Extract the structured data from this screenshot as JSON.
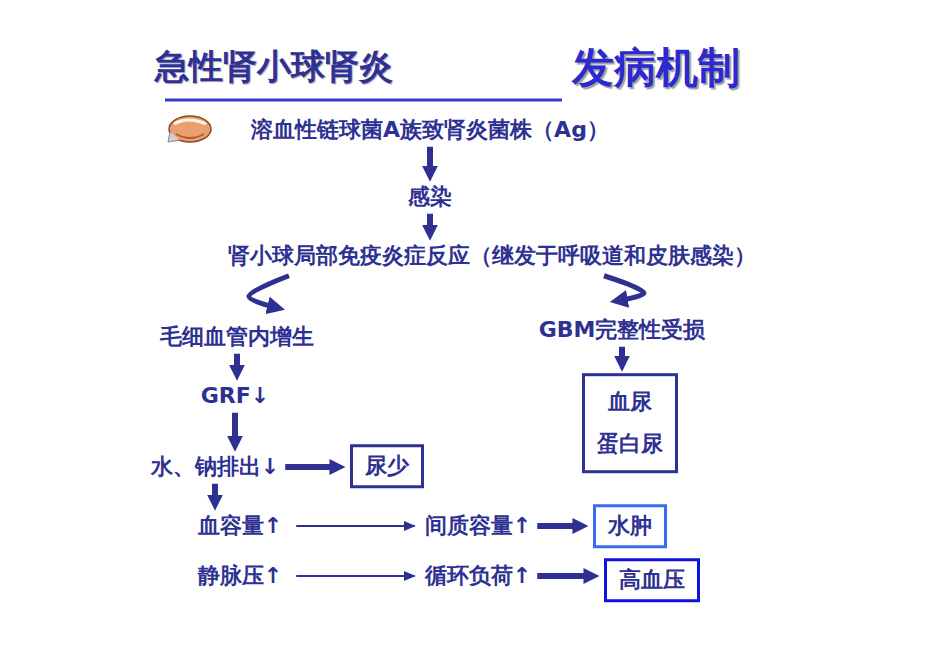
{
  "diagram": {
    "title": "急性肾小球肾炎",
    "nodes": [
      {
        "text": [
          "溶血性链球菌A族致肾炎菌株（Ag）"
        ]
      },
      {
        "text": [
          "感染"
        ]
      },
      {
        "text": [
          "肾小球局部免疫炎症反应（继发于呼吸道和皮肤感染）"
        ]
      },
      {
        "text": [
          "毛细血管内增生"
        ]
      },
      {
        "text": [
          "GBM完整性受损"
        ]
      },
      {
        "text": [
          "GRF↓"
        ]
      },
      {
        "text": [
          "血尿",
          "蛋白尿"
        ]
      },
      {
        "text": [
          "水、钠排出↓"
        ]
      },
      {
        "text": [
          "尿少"
        ]
      },
      {
        "text": [
          "血容量↑"
        ]
      },
      {
        "text": [
          "间质容量↑"
        ]
      },
      {
        "text": [
          "水肿"
        ]
      },
      {
        "text": [
          "静脉压↑"
        ]
      },
      {
        "text": [
          "循环负荷↑"
        ]
      },
      {
        "text": [
          "高血压"
        ]
      }
    ],
    "edges": [
      {
        "from": 0,
        "to": 1,
        "arrow": "to"
      },
      {
        "from": 1,
        "to": 2,
        "arrow": "to"
      },
      {
        "from": 2,
        "to": 3,
        "arrow": "to"
      },
      {
        "from": 2,
        "to": 4,
        "arrow": "to"
      },
      {
        "from": 3,
        "to": 5,
        "arrow": "to"
      },
      {
        "from": 5,
        "to": 7,
        "arrow": "to"
      },
      {
        "from": 4,
        "to": 6,
        "arrow": "to"
      },
      {
        "from": 7,
        "to": 8,
        "arrow": "to"
      },
      {
        "from": 7,
        "to": 9,
        "arrow": "to"
      },
      {
        "from": 9,
        "to": 10,
        "arrow": "to"
      },
      {
        "from": 10,
        "to": 11,
        "arrow": "to"
      },
      {
        "from": 12,
        "to": 13,
        "arrow": "to"
      },
      {
        "from": 13,
        "to": 14,
        "arrow": "to"
      }
    ],
    "labels": [
      "发病机制"
    ]
  }
}
